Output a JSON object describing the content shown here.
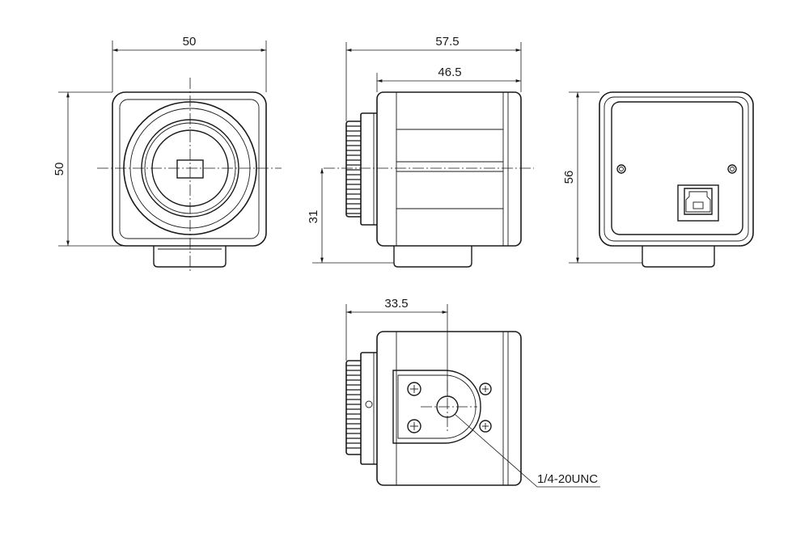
{
  "dimensions": {
    "front_width": "50",
    "front_height": "50",
    "side_total_length": "57.5",
    "side_body_length": "46.5",
    "side_mount_height": "31",
    "rear_height": "56",
    "bottom_mount_offset": "33.5"
  },
  "callouts": {
    "tripod_thread": "1/4-20UNC"
  }
}
